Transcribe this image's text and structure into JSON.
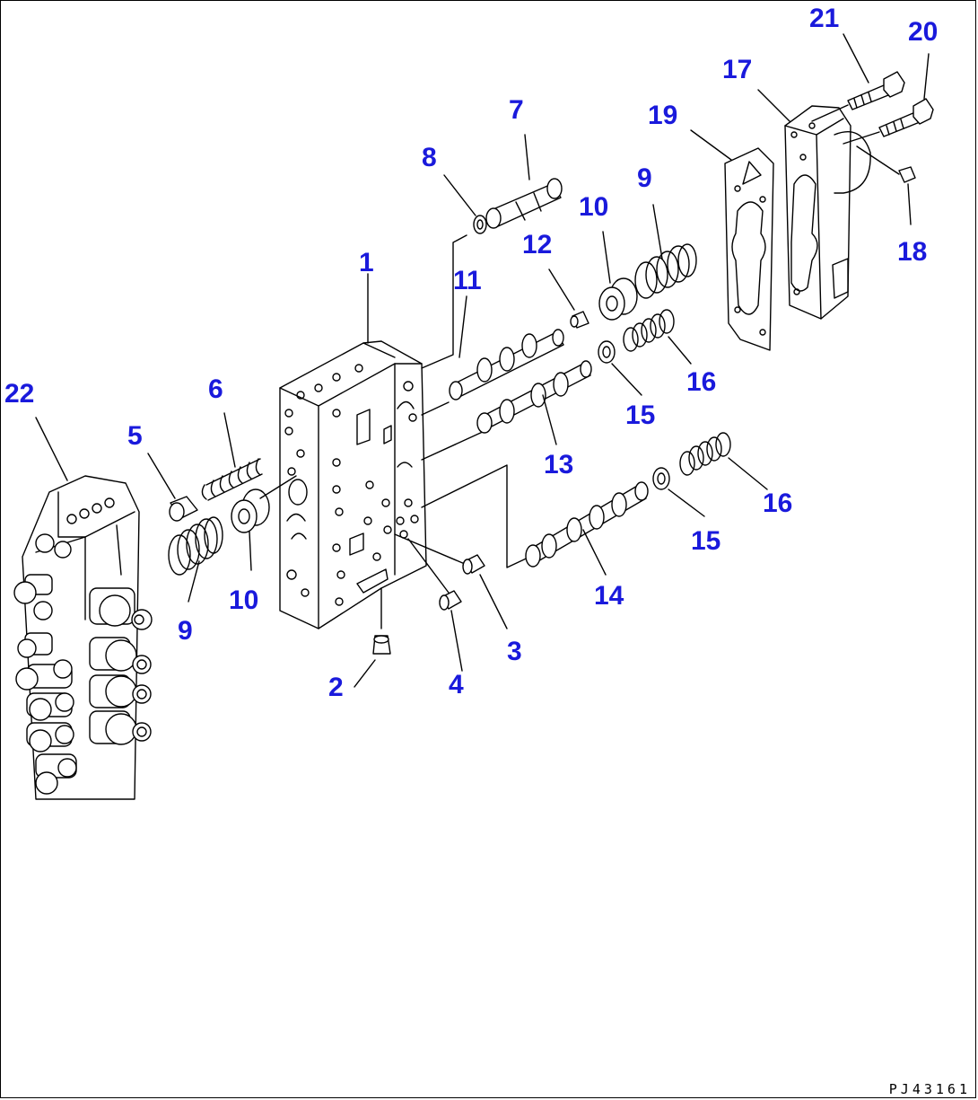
{
  "drawing_code": "PJ43161",
  "callouts": [
    {
      "id": "1",
      "label": "1"
    },
    {
      "id": "2",
      "label": "2"
    },
    {
      "id": "3",
      "label": "3"
    },
    {
      "id": "4",
      "label": "4"
    },
    {
      "id": "5",
      "label": "5"
    },
    {
      "id": "6",
      "label": "6"
    },
    {
      "id": "7",
      "label": "7"
    },
    {
      "id": "8",
      "label": "8"
    },
    {
      "id": "9a",
      "label": "9"
    },
    {
      "id": "9b",
      "label": "9"
    },
    {
      "id": "10a",
      "label": "10"
    },
    {
      "id": "10b",
      "label": "10"
    },
    {
      "id": "11",
      "label": "11"
    },
    {
      "id": "12",
      "label": "12"
    },
    {
      "id": "13",
      "label": "13"
    },
    {
      "id": "14",
      "label": "14"
    },
    {
      "id": "15a",
      "label": "15"
    },
    {
      "id": "15b",
      "label": "15"
    },
    {
      "id": "16a",
      "label": "16"
    },
    {
      "id": "16b",
      "label": "16"
    },
    {
      "id": "17",
      "label": "17"
    },
    {
      "id": "18",
      "label": "18"
    },
    {
      "id": "19",
      "label": "19"
    },
    {
      "id": "20",
      "label": "20"
    },
    {
      "id": "21",
      "label": "21"
    },
    {
      "id": "22",
      "label": "22"
    }
  ],
  "colors": {
    "callout": "#1a1adc",
    "line": "#000000",
    "background": "#ffffff"
  }
}
